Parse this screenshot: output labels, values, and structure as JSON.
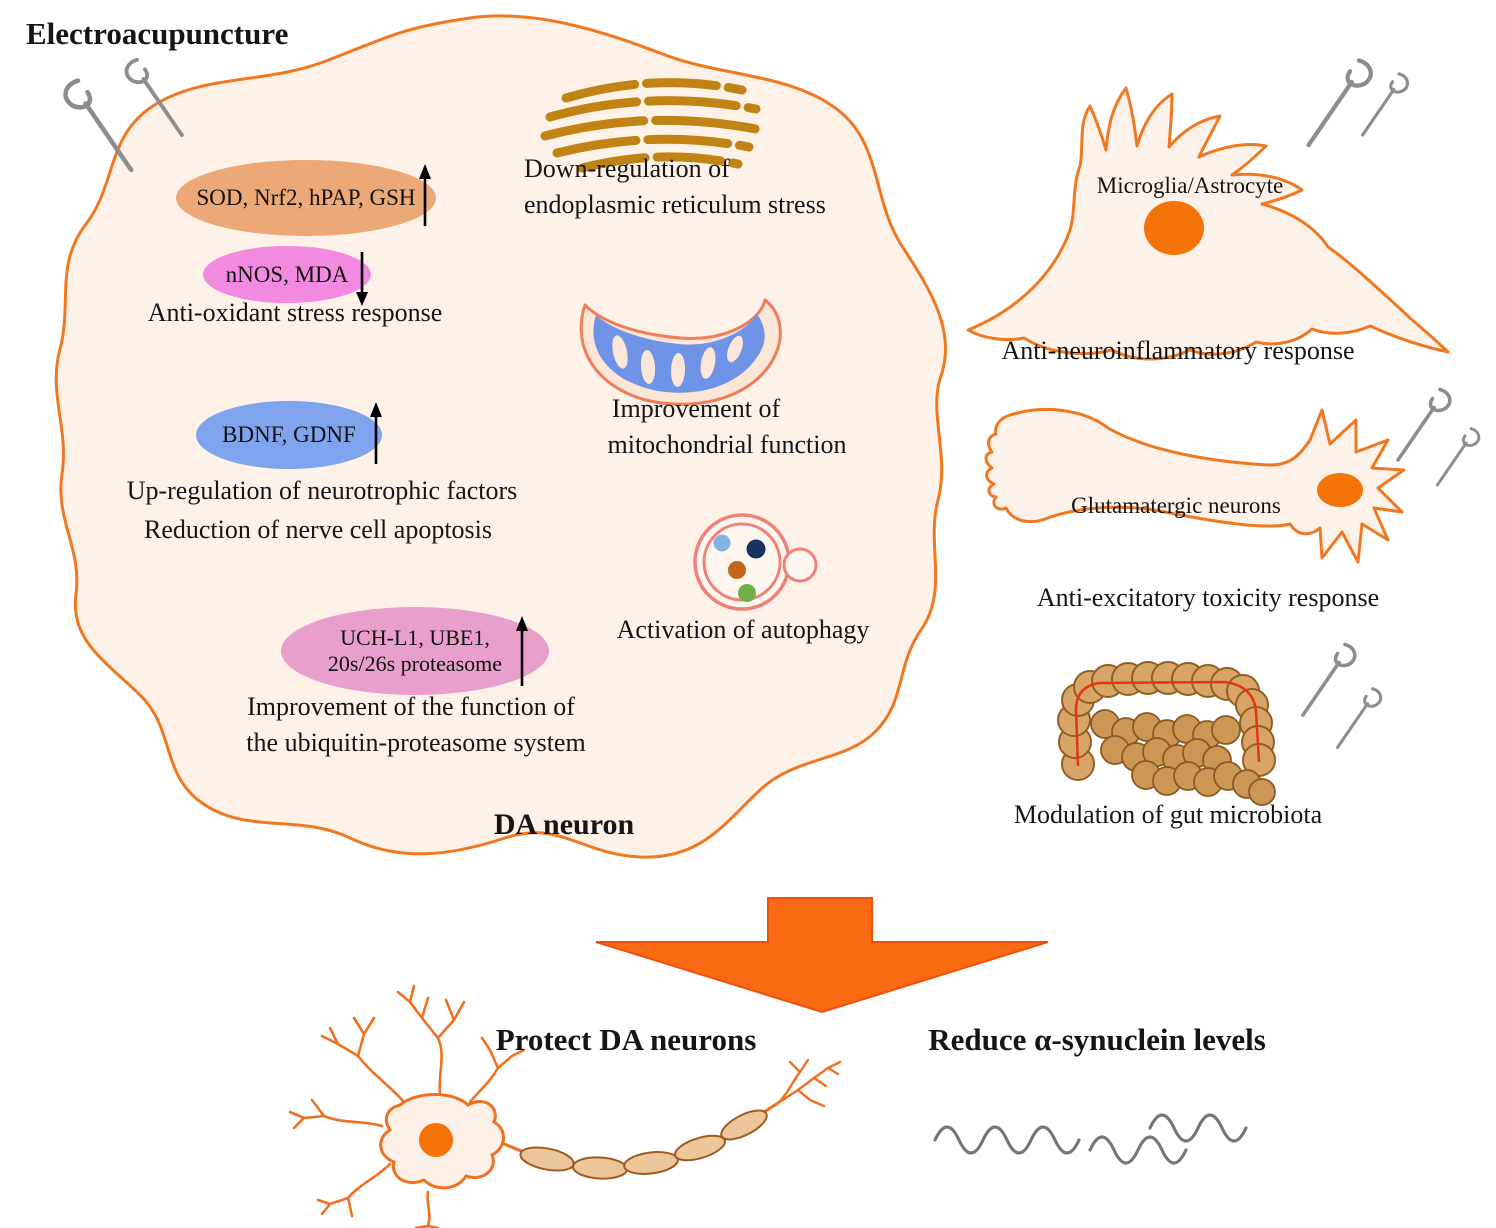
{
  "title": "Electroacupuncture",
  "colors": {
    "cell_outline_orange": "#f07820",
    "cell_fill": "#fdf1e8",
    "nucleus_orange": "#f47408",
    "big_arrow_orange": "#fa6a12",
    "ellipse_orange": "#eda878",
    "ellipse_violet": "#f18ae0",
    "ellipse_blue": "#7fa3ec",
    "ellipse_pink": "#e89fcb",
    "er_gold": "#c08414",
    "mitochondria_blue": "#6f93e6",
    "needle_gray": "#8d8d8d",
    "squiggle_gray": "#777777"
  },
  "da_neuron": {
    "label": "DA neuron",
    "antioxidant": {
      "markers_up": "SOD, Nrf2, hPAP, GSH",
      "markers_down": "nNOS, MDA",
      "caption": "Anti-oxidant stress response"
    },
    "neurotrophic": {
      "markers": "BDNF, GDNF",
      "caption_line1": "Up-regulation of neurotrophic factors",
      "caption_line2": "Reduction of nerve cell apoptosis"
    },
    "proteasome": {
      "markers_line1": "UCH-L1, UBE1,",
      "markers_line2": "20s/26s proteasome",
      "caption_line1": "Improvement of the function of",
      "caption_line2": "the ubiquitin-proteasome system"
    },
    "er_stress": {
      "caption_line1": "Down-regulation of",
      "caption_line2": "endoplasmic reticulum stress"
    },
    "mitochondria": {
      "caption_line1": "Improvement of",
      "caption_line2": "mitochondrial function"
    },
    "autophagy": {
      "caption": "Activation of autophagy"
    }
  },
  "right_column": {
    "microglia": {
      "label": "Microglia/Astrocyte",
      "caption": "Anti-neuroinflammatory response"
    },
    "glutamatergic": {
      "label": "Glutamatergic neurons",
      "caption": "Anti-excitatory toxicity response"
    },
    "gut": {
      "caption": "Modulation of gut microbiota"
    }
  },
  "outcomes": {
    "protect": "Protect DA neurons",
    "reduce": "Reduce α-synuclein levels"
  }
}
